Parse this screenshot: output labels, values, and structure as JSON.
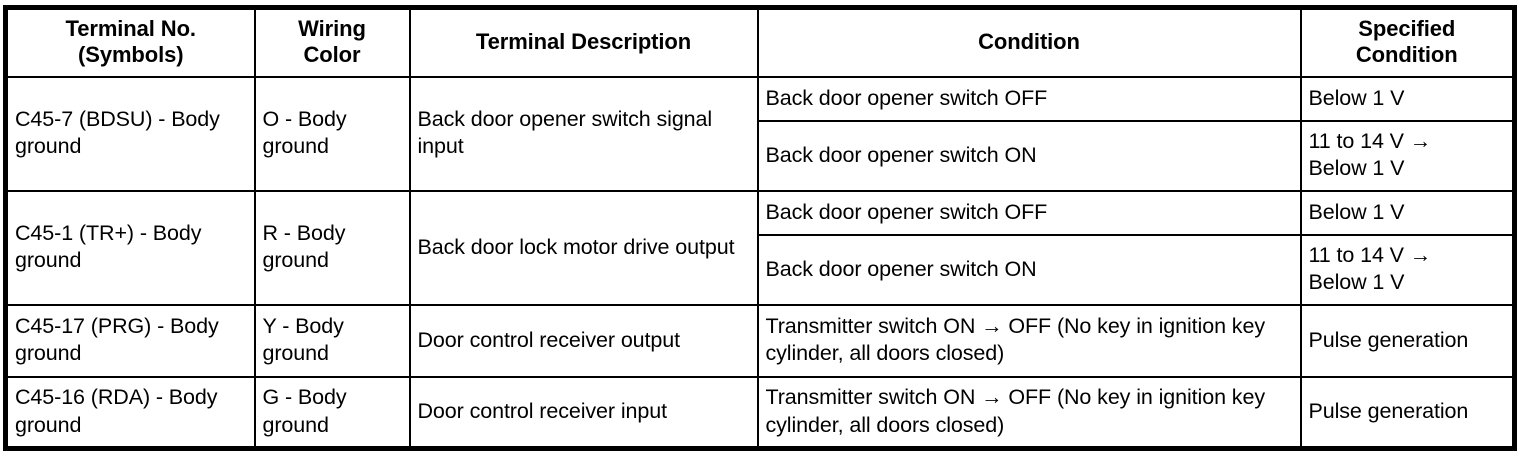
{
  "table": {
    "headers": [
      {
        "id": "terminal-no",
        "line1": "Terminal No.",
        "line2": "(Symbols)"
      },
      {
        "id": "wiring-color",
        "line1": "Wiring",
        "line2": "Color"
      },
      {
        "id": "terminal-description",
        "line1": "Terminal Description",
        "line2": ""
      },
      {
        "id": "condition",
        "line1": "Condition",
        "line2": ""
      },
      {
        "id": "specified-condition",
        "line1": "Specified",
        "line2": "Condition"
      }
    ],
    "rows": [
      {
        "terminal": "C45-7 (BDSU) - Body ground",
        "wiring_color": "O - Body ground",
        "description": "Back door opener switch signal input",
        "subrows": [
          {
            "condition": "Back door opener switch OFF",
            "specified_line1": "Below 1 V",
            "specified_line2": ""
          },
          {
            "condition": "Back door opener switch ON",
            "specified_line1": "11 to 14 V →",
            "specified_line2": "Below 1 V"
          }
        ]
      },
      {
        "terminal": "C45-1 (TR+) - Body ground",
        "wiring_color": "R - Body ground",
        "description": "Back door lock motor drive output",
        "subrows": [
          {
            "condition": "Back door opener switch OFF",
            "specified_line1": "Below 1 V",
            "specified_line2": ""
          },
          {
            "condition": "Back door opener switch ON",
            "specified_line1": "11 to 14 V →",
            "specified_line2": "Below 1 V"
          }
        ]
      },
      {
        "terminal": "C45-17 (PRG) - Body ground",
        "wiring_color": "Y - Body ground",
        "description": "Door control receiver output",
        "subrows": [
          {
            "condition": "Transmitter switch ON → OFF (No key in ignition key cylinder, all doors closed)",
            "specified_line1": "Pulse generation",
            "specified_line2": ""
          }
        ]
      },
      {
        "terminal": "C45-16 (RDA) - Body ground",
        "wiring_color": "G - Body ground",
        "description": "Door control receiver input",
        "subrows": [
          {
            "condition": "Transmitter switch ON → OFF (No key in ignition key cylinder, all doors closed)",
            "specified_line1": "Pulse generation",
            "specified_line2": ""
          }
        ]
      }
    ]
  }
}
